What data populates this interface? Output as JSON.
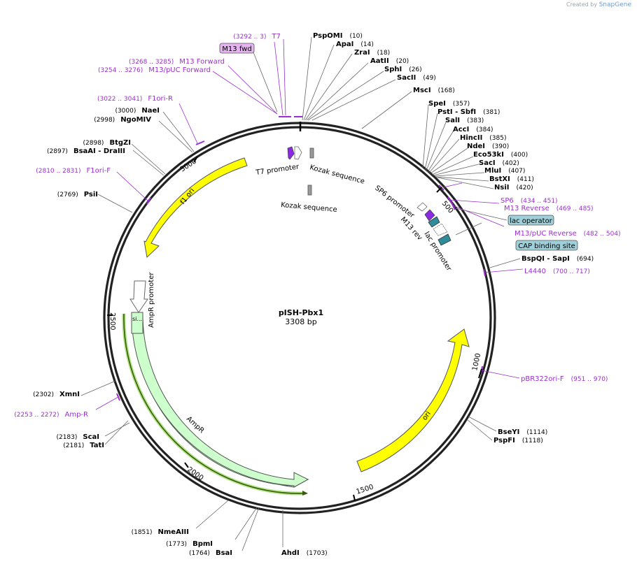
{
  "credit": {
    "prefix": "Created by",
    "brand": "SnapGene"
  },
  "plasmid": {
    "name": "pISH-Pbx1",
    "size": "3308 bp"
  },
  "ticks": [
    "500",
    "1000",
    "1500",
    "2000",
    "2500",
    "3000"
  ],
  "enzymes": {
    "pspomi": {
      "name": "PspOMI",
      "pos": "(10)"
    },
    "apai": {
      "name": "ApaI",
      "pos": "(14)"
    },
    "zrai": {
      "name": "ZraI",
      "pos": "(18)"
    },
    "aatii": {
      "name": "AatII",
      "pos": "(20)"
    },
    "sphi": {
      "name": "SphI",
      "pos": "(26)"
    },
    "sacii": {
      "name": "SacII",
      "pos": "(49)"
    },
    "msci": {
      "name": "MscI",
      "pos": "(168)"
    },
    "spei": {
      "name": "SpeI",
      "pos": "(357)"
    },
    "psti_sbfi": {
      "name": "PstI  - SbfI",
      "pos": "(381)"
    },
    "sali": {
      "name": "SalI",
      "pos": "(383)"
    },
    "acci": {
      "name": "AccI",
      "pos": "(384)"
    },
    "hincii": {
      "name": "HincII",
      "pos": "(385)"
    },
    "ndei": {
      "name": "NdeI",
      "pos": "(390)"
    },
    "eco53ki": {
      "name": "Eco53kI",
      "pos": "(400)"
    },
    "saci": {
      "name": "SacI",
      "pos": "(402)"
    },
    "mlui": {
      "name": "MluI",
      "pos": "(407)"
    },
    "bstxi": {
      "name": "BstXI",
      "pos": "(411)"
    },
    "nsii": {
      "name": "NsiI",
      "pos": "(420)"
    },
    "bspqi_sapi": {
      "name": "BspQI    - SapI",
      "pos": "(694)"
    },
    "bseyi": {
      "name": "BseYI",
      "pos": "(1114)"
    },
    "pspfi": {
      "name": "PspFI",
      "pos": "(1118)"
    },
    "ahdi": {
      "name": "AhdI",
      "pos": "(1703)"
    },
    "bsai": {
      "name": "BsaI",
      "pos": "(1764)"
    },
    "bpmi": {
      "name": "BpmI",
      "pos": "(1773)"
    },
    "nmeaiii": {
      "name": "NmeAIII",
      "pos": "(1851)"
    },
    "tati": {
      "name": "TatI",
      "pos": "(2181)"
    },
    "scai": {
      "name": "ScaI",
      "pos": "(2183)"
    },
    "xmni": {
      "name": "XmnI",
      "pos": "(2302)"
    },
    "psii": {
      "name": "PsiI",
      "pos": "(2769)"
    },
    "bsaai_draiii": {
      "name": "BsaAI   - DraIII",
      "pos": "(2897)"
    },
    "btgzi": {
      "name": "BtgZI",
      "pos": "(2898)"
    },
    "ngomiv": {
      "name": "NgoMIV",
      "pos": "(2998)"
    },
    "naei": {
      "name": "NaeI",
      "pos": "(3000)"
    }
  },
  "primers": {
    "t7": {
      "name": "T7",
      "range": "(3292 .. 3)"
    },
    "m13fwd_box": {
      "name": "M13 fwd"
    },
    "m13forward": {
      "name": "M13 Forward",
      "range": "(3268 .. 3285)"
    },
    "m13puc_forward": {
      "name": "M13/pUC Forward",
      "range": "(3254 .. 3276)"
    },
    "f1ori_r": {
      "name": "F1ori-R",
      "range": "(3022 .. 3041)"
    },
    "f1ori_f": {
      "name": "F1ori-F",
      "range": "(2810 .. 2831)"
    },
    "sp6": {
      "name": "SP6",
      "range": "(434 .. 451)"
    },
    "m13reverse": {
      "name": "M13 Reverse",
      "range": "(469 .. 485)"
    },
    "m13puc_reverse": {
      "name": "M13/pUC Reverse",
      "range": "(482 .. 504)"
    },
    "l4440": {
      "name": "L4440",
      "range": "(700 .. 717)"
    },
    "pbr322": {
      "name": "pBR322ori-F",
      "range": "(951 .. 970)"
    },
    "ampr": {
      "name": "Amp-R",
      "range": "(2253 .. 2272)"
    }
  },
  "boxes": {
    "lac_operator": "lac operator",
    "cap_site": "CAP binding site"
  },
  "features": {
    "t7_promoter": "T7 promoter",
    "kozak1": "Kozak sequence",
    "kozak2": "Kozak sequence",
    "sp6_promoter": "SP6 promoter",
    "m13_rev": "M13 rev",
    "lac_promoter": "lac promoter",
    "f1_ori": "f1 ori",
    "ampr_promoter": "AmpR promoter",
    "ampr": "AmpR",
    "signal": "si...",
    "ori": "ori"
  },
  "colors": {
    "ori_yellow": "#ffff00",
    "ampr_green": "#ccffcc",
    "primer_purple": "#9b2fcf",
    "box_teal": "#9fcfd9",
    "m13fwd_box": "#e5b3f0",
    "teal_block": "#2f8c9a",
    "purple_block": "#8a2be2"
  }
}
